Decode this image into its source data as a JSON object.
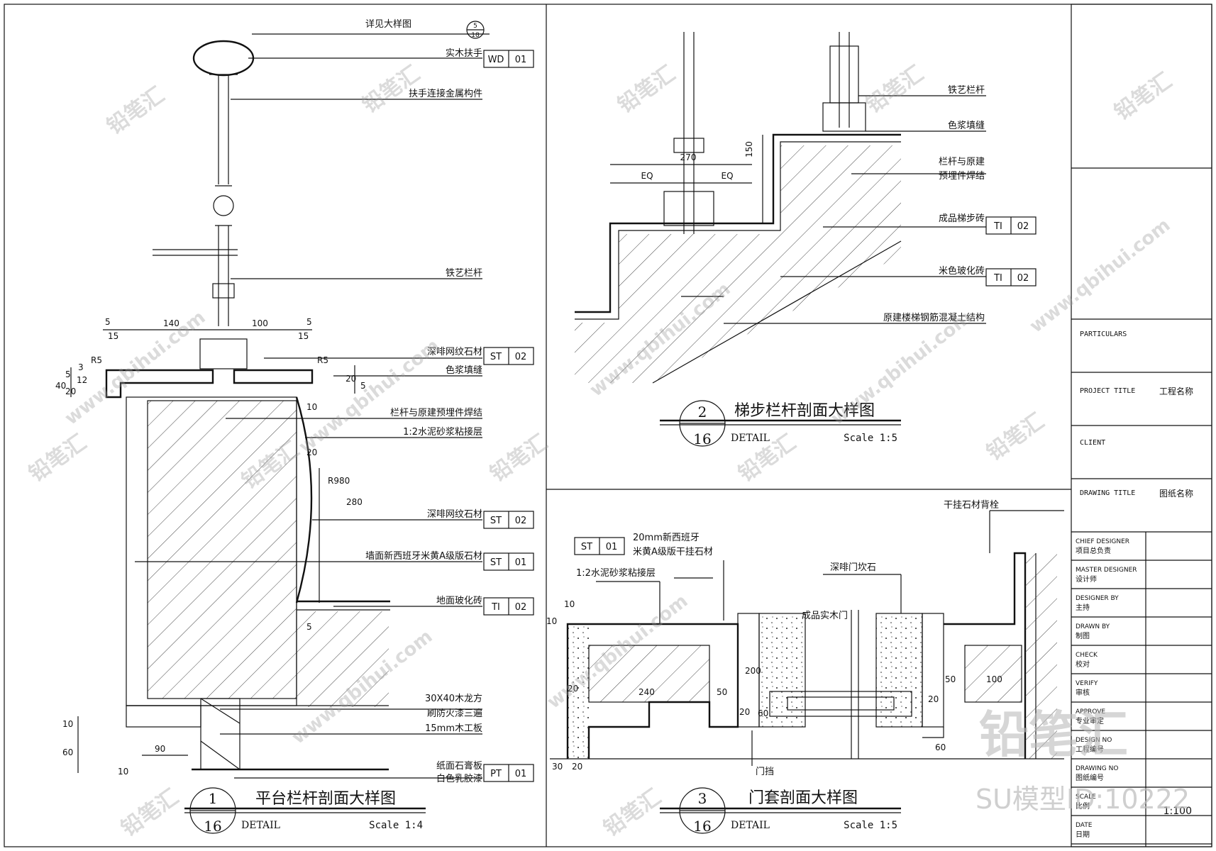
{
  "watermark": {
    "brand": "铅笔汇",
    "url": "www.qbihui.com",
    "overlay_brand": "铅笔汇",
    "overlay_id": "SU模型ID:10222"
  },
  "detail1": {
    "title": "平台栏杆剖面大样图",
    "num_top": "1",
    "num_bottom": "16",
    "detail_word": "DETAIL",
    "scale": "Scale 1:4",
    "ref_callout": {
      "top": "5",
      "bottom": "18"
    },
    "labels": [
      "详见大样图",
      "实木扶手",
      "扶手连接金属构件",
      "铁艺栏杆",
      "深啡网纹石材",
      "色浆填缝",
      "栏杆与原建预埋件焊结",
      "1:2水泥砂浆粘接层",
      "深啡网纹石材",
      "墙面新西班牙米黄A级版石材",
      "地面玻化砖",
      "30X40木龙方",
      "刷防火漆三遍",
      "15mm木工板",
      "纸面石膏板",
      "白色乳胶漆"
    ],
    "tags": [
      [
        "WD",
        "01"
      ],
      [
        "ST",
        "02"
      ],
      [
        "ST",
        "02"
      ],
      [
        "ST",
        "01"
      ],
      [
        "TI",
        "02"
      ],
      [
        "PT",
        "01"
      ]
    ],
    "dims": [
      "5",
      "140",
      "100",
      "5",
      "15",
      "15",
      "R5",
      "R5",
      "40",
      "20",
      "5",
      "3",
      "12",
      "20",
      "5",
      "10",
      "20",
      "R980",
      "280",
      "5",
      "10",
      "60",
      "90",
      "10"
    ]
  },
  "detail2": {
    "title": "梯步栏杆剖面大样图",
    "num_top": "2",
    "num_bottom": "16",
    "detail_word": "DETAIL",
    "scale": "Scale 1:5",
    "labels": [
      "铁艺栏杆",
      "色浆填缝",
      "栏杆与原建",
      "预埋件焊结",
      "成品梯步砖",
      "米色玻化砖",
      "原建楼梯钢筋混凝土结构"
    ],
    "tags": [
      [
        "TI",
        "02"
      ],
      [
        "TI",
        "02"
      ]
    ],
    "dims": [
      "270",
      "EQ",
      "EQ",
      "150"
    ]
  },
  "detail3": {
    "title": "门套剖面大样图",
    "num_top": "3",
    "num_bottom": "16",
    "detail_word": "DETAIL",
    "scale": "Scale 1:5",
    "labels": [
      "干挂石材背栓",
      "20mm新西班牙",
      "米黄A级版干挂石材",
      "1:2水泥砂浆粘接层",
      "深啡门坎石",
      "成品实木门",
      "门挡"
    ],
    "tags": [
      [
        "ST",
        "01"
      ]
    ],
    "dims": [
      "10",
      "10",
      "20",
      "240",
      "50",
      "200",
      "20",
      "60",
      "20",
      "50",
      "100",
      "60",
      "30",
      "20"
    ]
  },
  "title_block": {
    "particulars": "PARTICULARS",
    "project_title": "PROJECT TITLE",
    "project_title_cn": "工程名称",
    "client": "CLIENT",
    "drawing_title": "DRAWING TITLE",
    "drawing_title_cn": "图纸名称",
    "rows": [
      [
        "CHIEF DESIGNER",
        "项目总负责"
      ],
      [
        "MASTER DESIGNER",
        "设计师"
      ],
      [
        "DESIGNER BY",
        "主持"
      ],
      [
        "DRAWN BY",
        "制图"
      ],
      [
        "CHECK",
        "校对"
      ],
      [
        "VERIFY",
        "审核"
      ],
      [
        "APPROVE",
        "专业审定"
      ],
      [
        "DESIGN NO",
        "工程编号"
      ],
      [
        "DRAWING NO",
        "图纸编号"
      ],
      [
        "SCALE",
        "比例"
      ],
      [
        "DATE",
        "日期"
      ]
    ],
    "scale_value": "1:100"
  }
}
